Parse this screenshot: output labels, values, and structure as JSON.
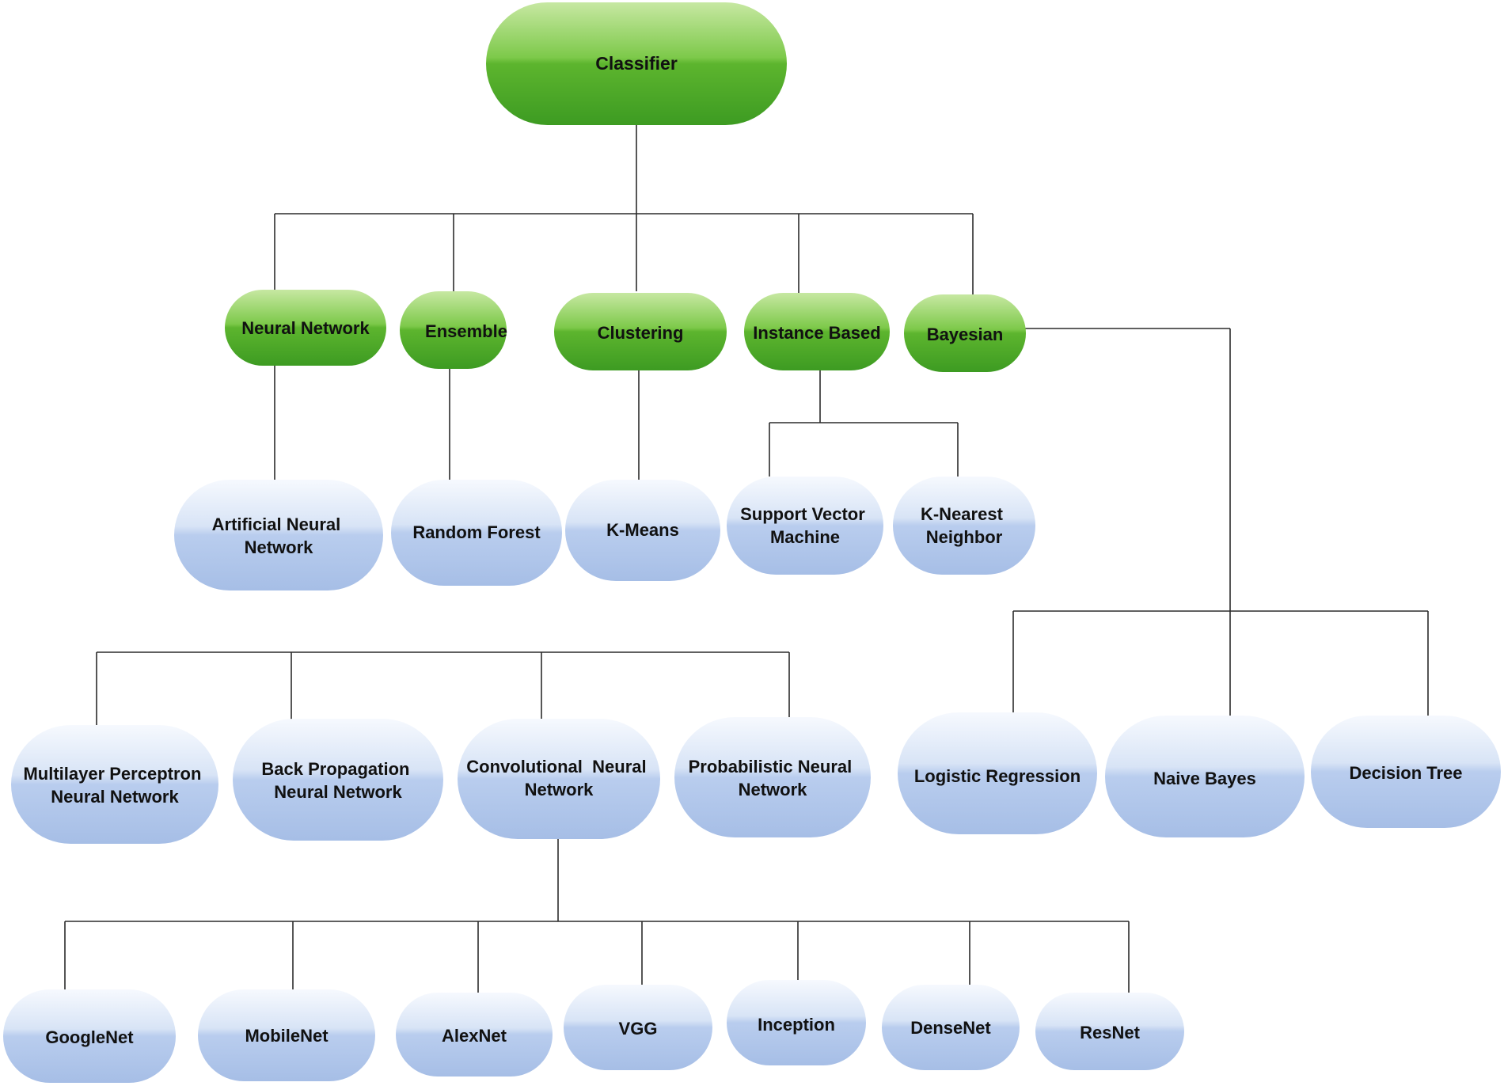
{
  "root": {
    "label": "Classifier",
    "color": "#5fb832"
  },
  "categories": [
    {
      "id": "neural_network",
      "label": "Neural Network"
    },
    {
      "id": "ensemble",
      "label": "Ensemble"
    },
    {
      "id": "clustering",
      "label": "Clustering"
    },
    {
      "id": "instance_based",
      "label": "Instance Based"
    },
    {
      "id": "bayesian",
      "label": "Bayesian"
    }
  ],
  "methods": [
    {
      "id": "ann",
      "label": "Artificial Neural Network"
    },
    {
      "id": "random_forest",
      "label": "Random Forest"
    },
    {
      "id": "kmeans",
      "label": "K-Means"
    },
    {
      "id": "svm",
      "label": "Support Vector Machine"
    },
    {
      "id": "knn",
      "label": "K-Nearest Neighbor"
    }
  ],
  "nn_types": [
    {
      "id": "mlp",
      "label": "Multilayer Perceptron Neural Network"
    },
    {
      "id": "bp",
      "label": "Back Propagation Neural Network"
    },
    {
      "id": "cnn",
      "label": "Convolutional  Neural Network"
    },
    {
      "id": "pnn",
      "label": "Probabilistic Neural Network"
    }
  ],
  "bayesian_types": [
    {
      "id": "logreg",
      "label": "Logistic Regression"
    },
    {
      "id": "naive_bayes",
      "label": "Naive Bayes"
    },
    {
      "id": "decision_tree",
      "label": "Decision Tree"
    }
  ],
  "cnn_models": [
    {
      "id": "googlenet",
      "label": "GoogleNet"
    },
    {
      "id": "mobilenet",
      "label": "MobileNet"
    },
    {
      "id": "alexnet",
      "label": "AlexNet"
    },
    {
      "id": "vgg",
      "label": "VGG"
    },
    {
      "id": "inception",
      "label": "Inception"
    },
    {
      "id": "densenet",
      "label": "DenseNet"
    },
    {
      "id": "resnet",
      "label": "ResNet"
    }
  ],
  "colors": {
    "green_top": "#b9e08f",
    "green_mid": "#6cc03a",
    "green_bottom": "#3f9d21",
    "blue_top": "#eef3fb",
    "blue_mid": "#b7cbec",
    "blue_bottom": "#a7bfe6",
    "line": "#2b2b2b"
  }
}
